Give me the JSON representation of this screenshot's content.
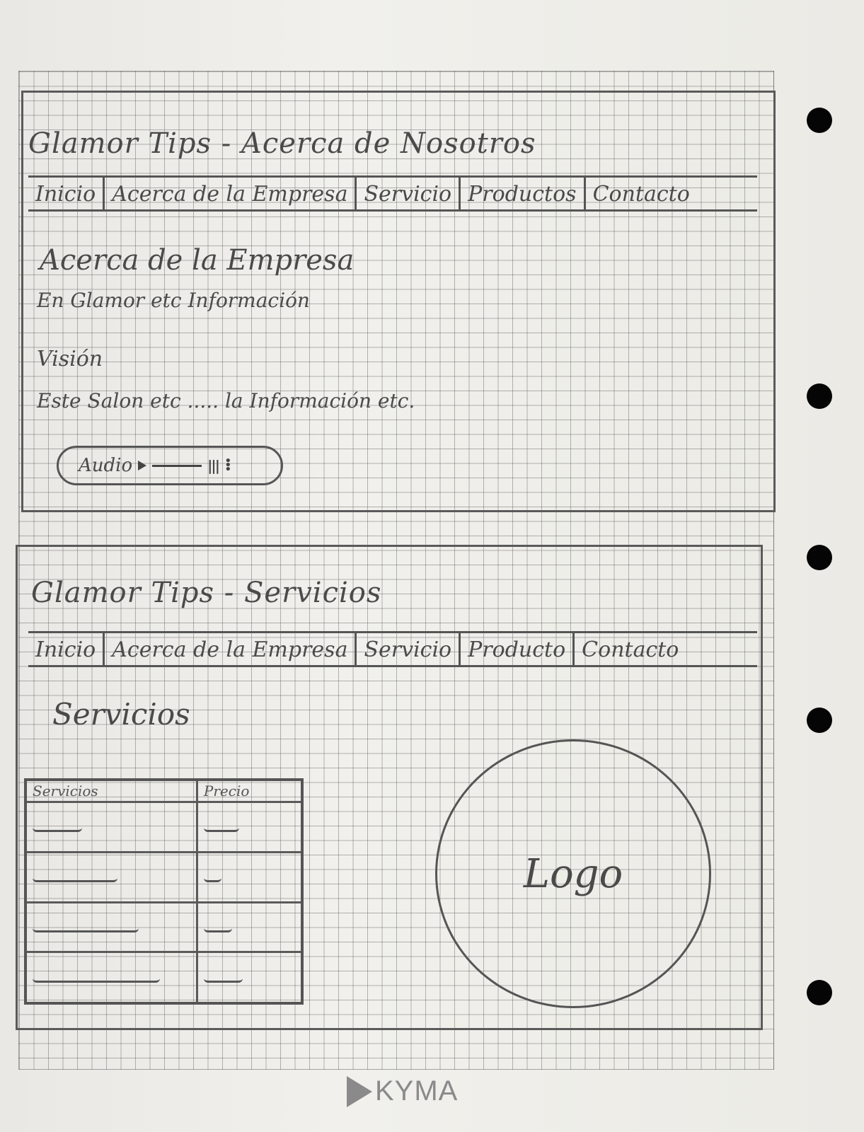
{
  "page1": {
    "title": "Glamor Tips - Acerca de Nosotros",
    "nav": [
      "Inicio",
      "Acerca de la Empresa",
      "Servicio",
      "Productos",
      "Contacto"
    ],
    "heading": "Acerca de la Empresa",
    "intro": "En Glamor etc Información",
    "vision_label": "Visión",
    "vision_text": "Este Salon etc ..... la Información etc.",
    "audio_label": "Audio"
  },
  "page2": {
    "title": "Glamor Tips - Servicios",
    "nav": [
      "Inicio",
      "Acerca de la Empresa",
      "Servicio",
      "Producto",
      "Contacto"
    ],
    "heading": "Servicios",
    "table_headers": [
      "Servicios",
      "Precio"
    ],
    "logo_label": "Logo"
  },
  "brand": "KYMA"
}
